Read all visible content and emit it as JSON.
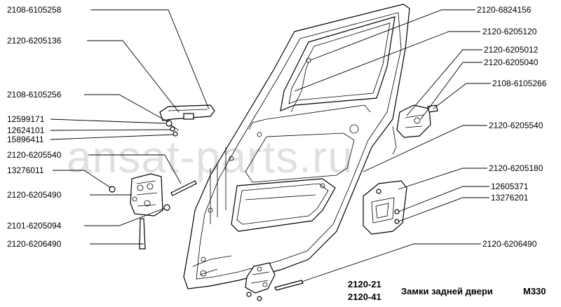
{
  "labels_left": [
    "2108-6105258",
    "2120-6205136",
    "2108-6105256",
    "12599171",
    "12624101",
    "15896411",
    "2120-6205540",
    "13276011",
    "2120-6205490",
    "2101-6205094",
    "2120-6206490"
  ],
  "labels_right": [
    "2120-6824156",
    "2120-6205120",
    "2120-6205012",
    "2120-6205040",
    "2108-6105266",
    "2120-6205540",
    "2120-6205180",
    "12605371",
    "13276201",
    "2120-6206490"
  ],
  "footer": {
    "model_1": "2120-21",
    "model_2": "2120-41",
    "title": "Замки задней двери",
    "code": "М330"
  },
  "watermark": "ansat-parts.ru"
}
